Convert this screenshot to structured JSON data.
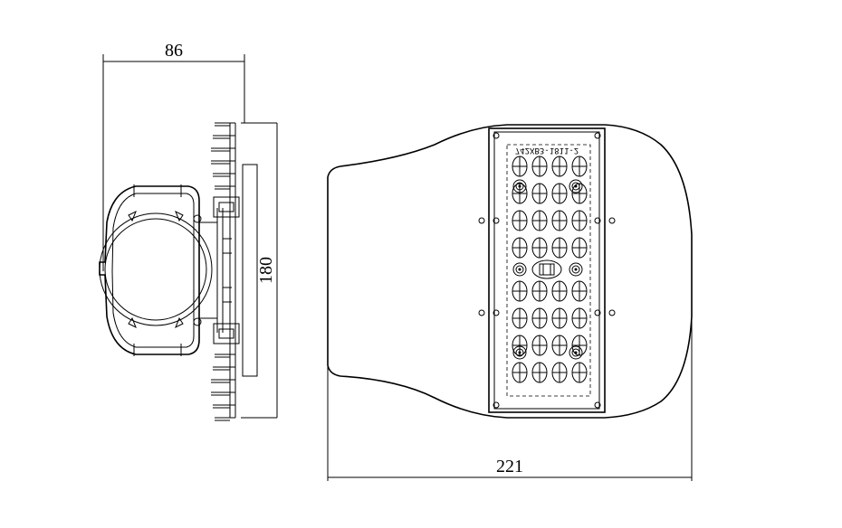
{
  "dimensions": {
    "width_side": "86",
    "height_side": "180",
    "width_top": "221"
  },
  "module": {
    "label": "742XB3-1811-2"
  },
  "lens_grid": {
    "columns": 4,
    "rows_upper": 4,
    "rows_lower": 4
  }
}
